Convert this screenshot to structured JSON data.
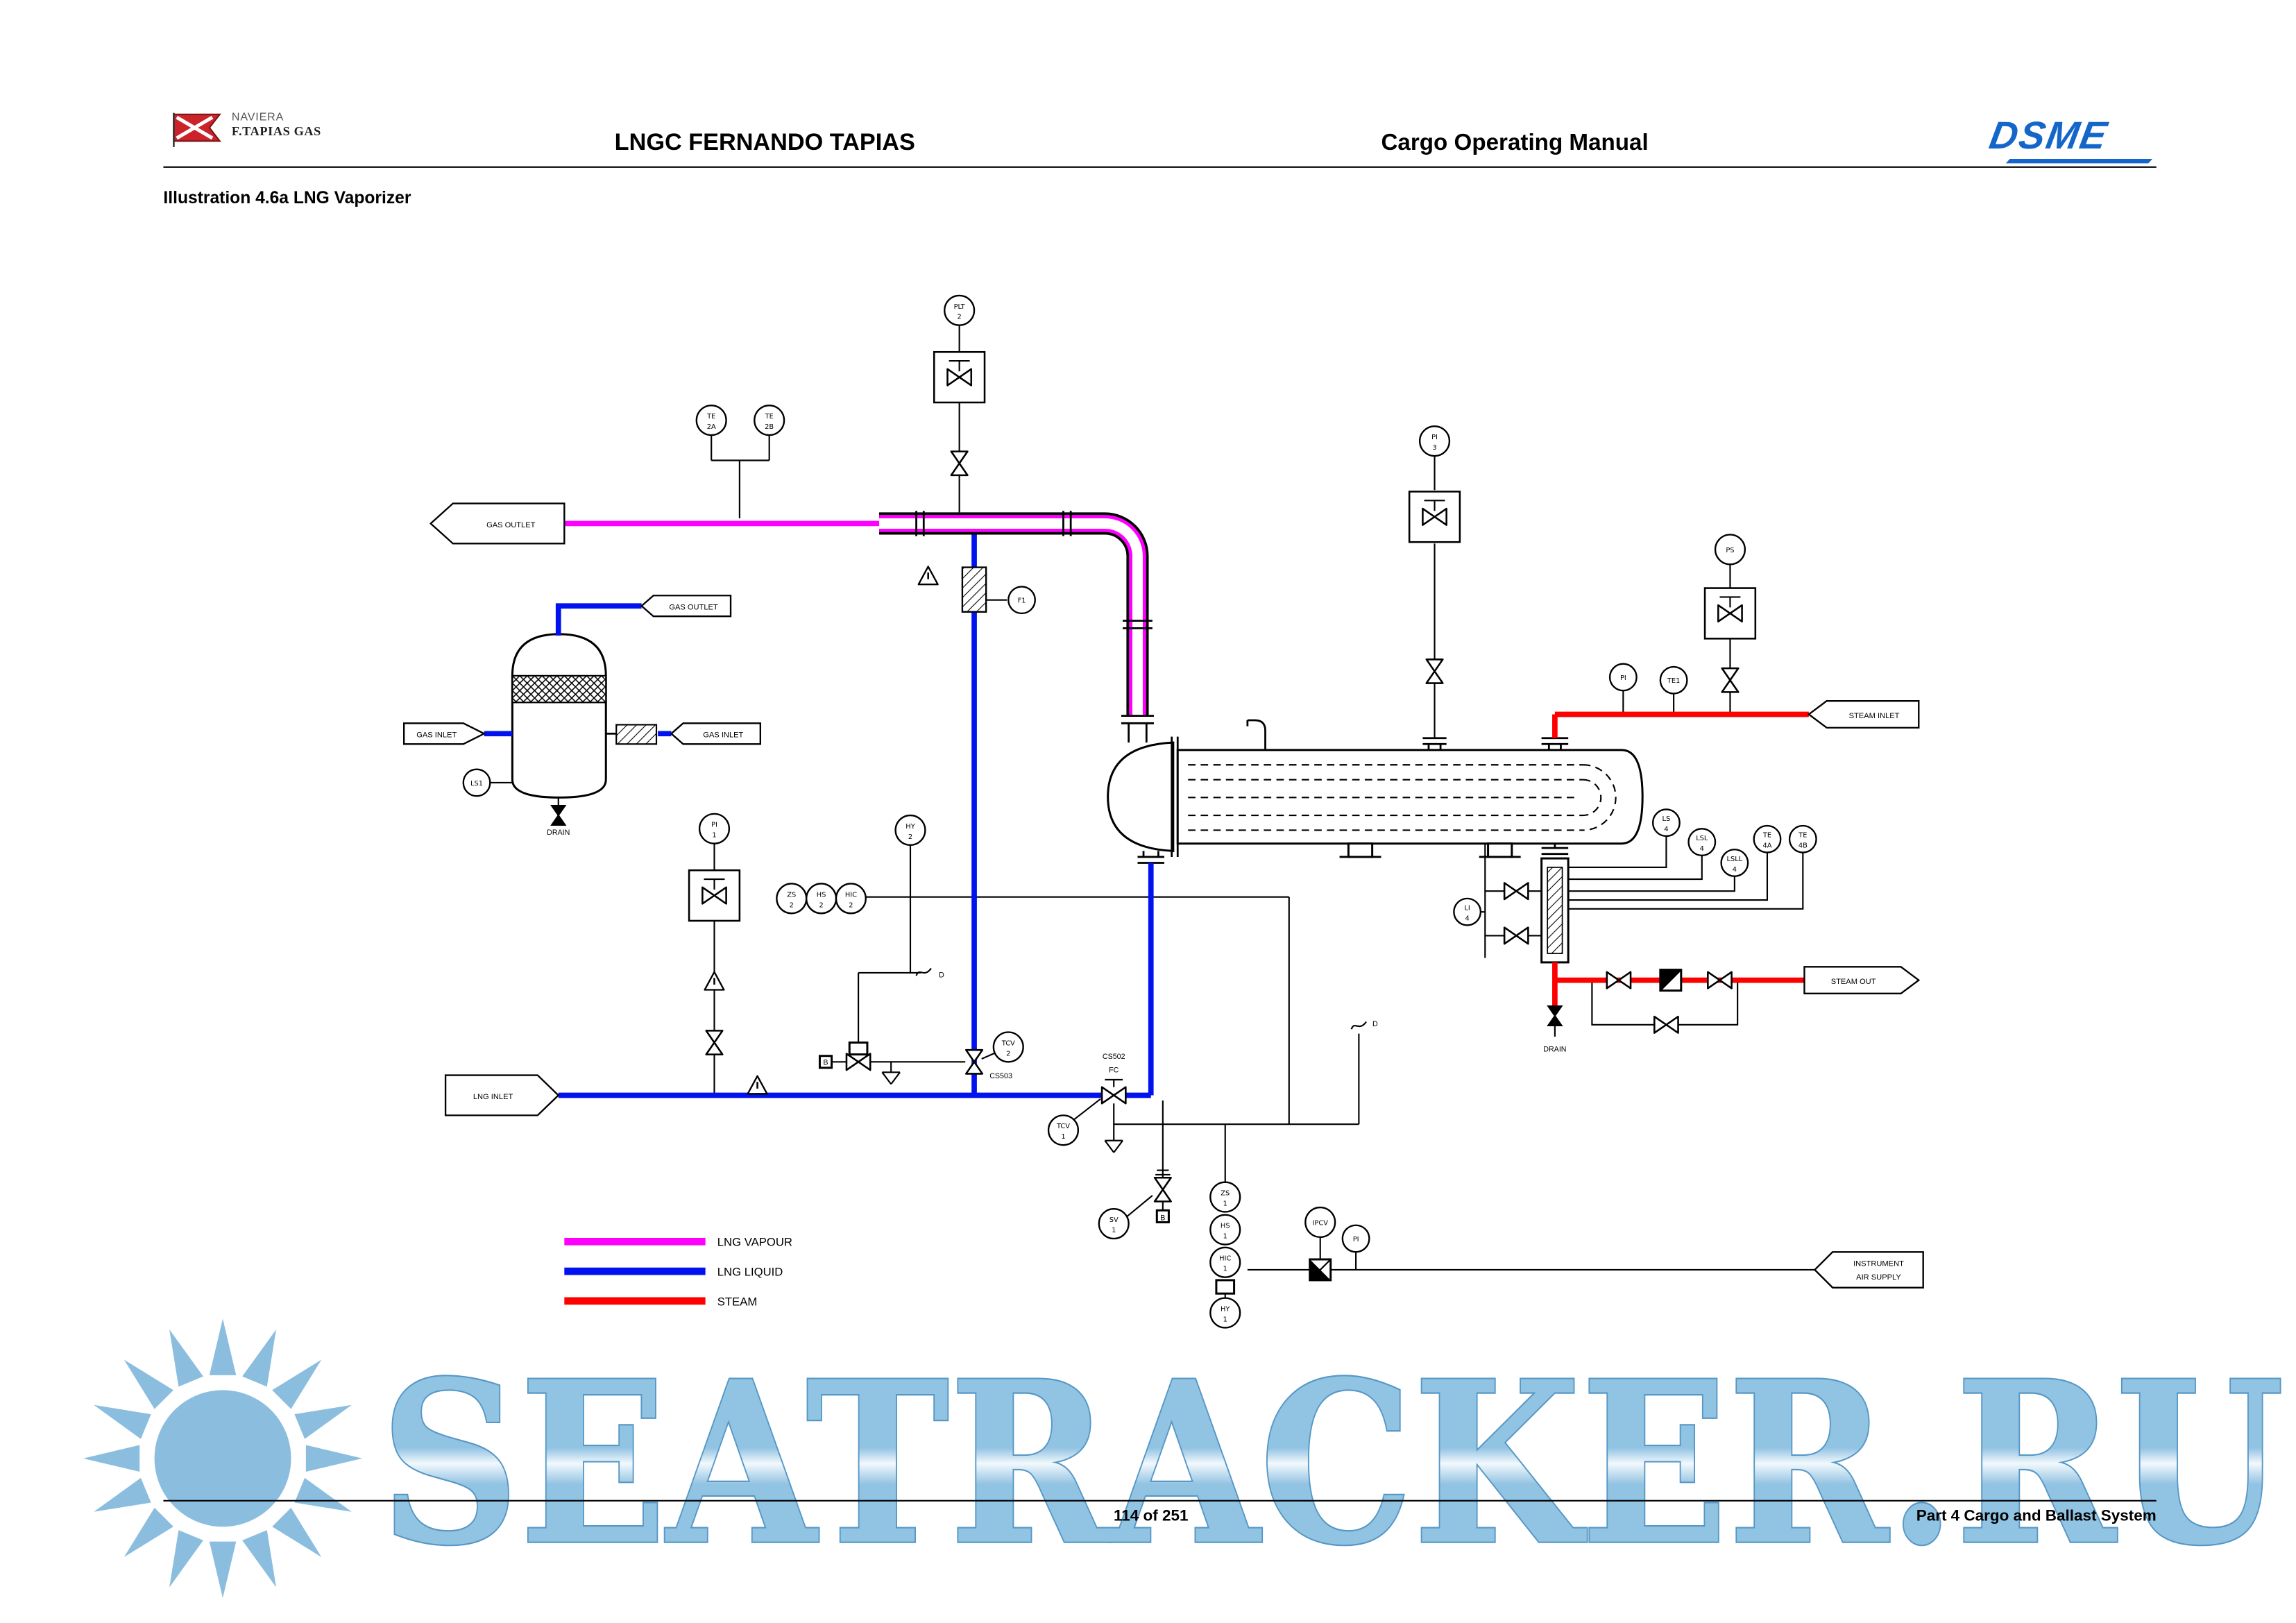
{
  "header": {
    "brand_top": "NAVIERA",
    "brand_bottom": "F.TAPIAS GAS",
    "doc_title": "LNGC FERNANDO TAPIAS",
    "doc_subtitle": "Cargo Operating Manual",
    "logo_text": "DSME"
  },
  "page": {
    "illustration_title": "Illustration 4.6a LNG Vaporizer",
    "page_number": "114 of 251",
    "section": "Part 4 Cargo and Ballast System",
    "watermark": "SEATRACKER.RU"
  },
  "legend": {
    "vapour": "LNG VAPOUR",
    "liquid": "LNG LIQUID",
    "steam": "STEAM"
  },
  "colors": {
    "vapour": "#ff00ff",
    "liquid": "#0013ee",
    "steam": "#ff0000",
    "watermark": "#86bcdf"
  },
  "flags": {
    "gas_outlet_main": "GAS OUTLET",
    "gas_outlet_sep": "GAS OUTLET",
    "gas_inlet_left": "GAS INLET",
    "gas_inlet_right": "GAS INLET",
    "steam_inlet": "STEAM INLET",
    "steam_out": "STEAM OUT",
    "lng_inlet": "LNG INLET",
    "instr_air_1": "INSTRUMENT",
    "instr_air_2": "AIR SUPPLY"
  },
  "labels": {
    "drain_sep": "DRAIN",
    "drain_vap": "DRAIN",
    "cs503": "CS503",
    "cs502": "CS502",
    "fc": "FC",
    "d1": "D",
    "d2": "D",
    "b1": "B",
    "b2": "B"
  },
  "tags": {
    "plt": [
      "PLT",
      "2"
    ],
    "te2a": [
      "TE",
      "2A"
    ],
    "te2b": [
      "TE",
      "2B"
    ],
    "f1": [
      "F1"
    ],
    "ls1": [
      "LS1"
    ],
    "pi3": [
      "PI",
      "3"
    ],
    "ps": [
      "PS"
    ],
    "pi_steam": [
      "PI"
    ],
    "te1": [
      "TE1"
    ],
    "pi1": [
      "PI",
      "1"
    ],
    "hy2": [
      "HY",
      "2"
    ],
    "zs2": [
      "ZS",
      "2"
    ],
    "hs2": [
      "HS",
      "2"
    ],
    "hic2": [
      "HIC",
      "2"
    ],
    "tcv2": [
      "TCV",
      "2"
    ],
    "tcv1": [
      "TCV",
      "1"
    ],
    "sv1": [
      "SV",
      "1"
    ],
    "zs1": [
      "ZS",
      "1"
    ],
    "hs1": [
      "HS",
      "1"
    ],
    "hic1": [
      "HIC",
      "1"
    ],
    "hy1": [
      "HY",
      "1"
    ],
    "ipcv": [
      "IPCV"
    ],
    "pi_air": [
      "PI"
    ],
    "li4": [
      "LI",
      "4"
    ],
    "ls4": [
      "LS",
      "4"
    ],
    "lsl4": [
      "LSL",
      "4"
    ],
    "lsll4": [
      "LSLL",
      "4"
    ],
    "te4a": [
      "TE",
      "4A"
    ],
    "te4b": [
      "TE",
      "4B"
    ]
  }
}
